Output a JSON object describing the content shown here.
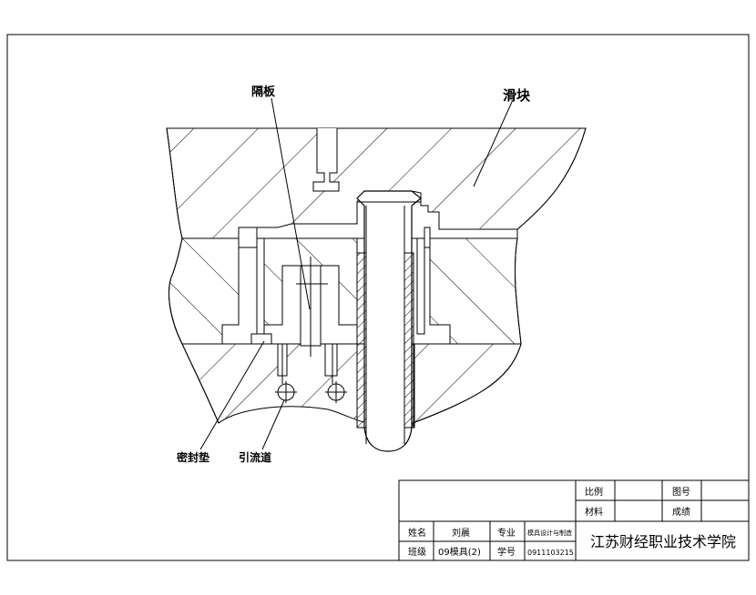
{
  "labels": {
    "baffle": "隔板",
    "slider": "滑块",
    "seal": "密封垫",
    "channel": "引流道"
  },
  "title_block": {
    "scale_label": "比例",
    "drawing_no_label": "图号",
    "material_label": "材料",
    "grade_label": "成绩",
    "name_label": "姓名",
    "name_value": "刘晨",
    "major_label": "专业",
    "major_value": "模具设计与制造",
    "class_label": "班级",
    "class_value": "09模具(2)",
    "student_no_label": "学号",
    "student_no_value": "0911103215",
    "school": "江苏财经职业技术学院"
  }
}
